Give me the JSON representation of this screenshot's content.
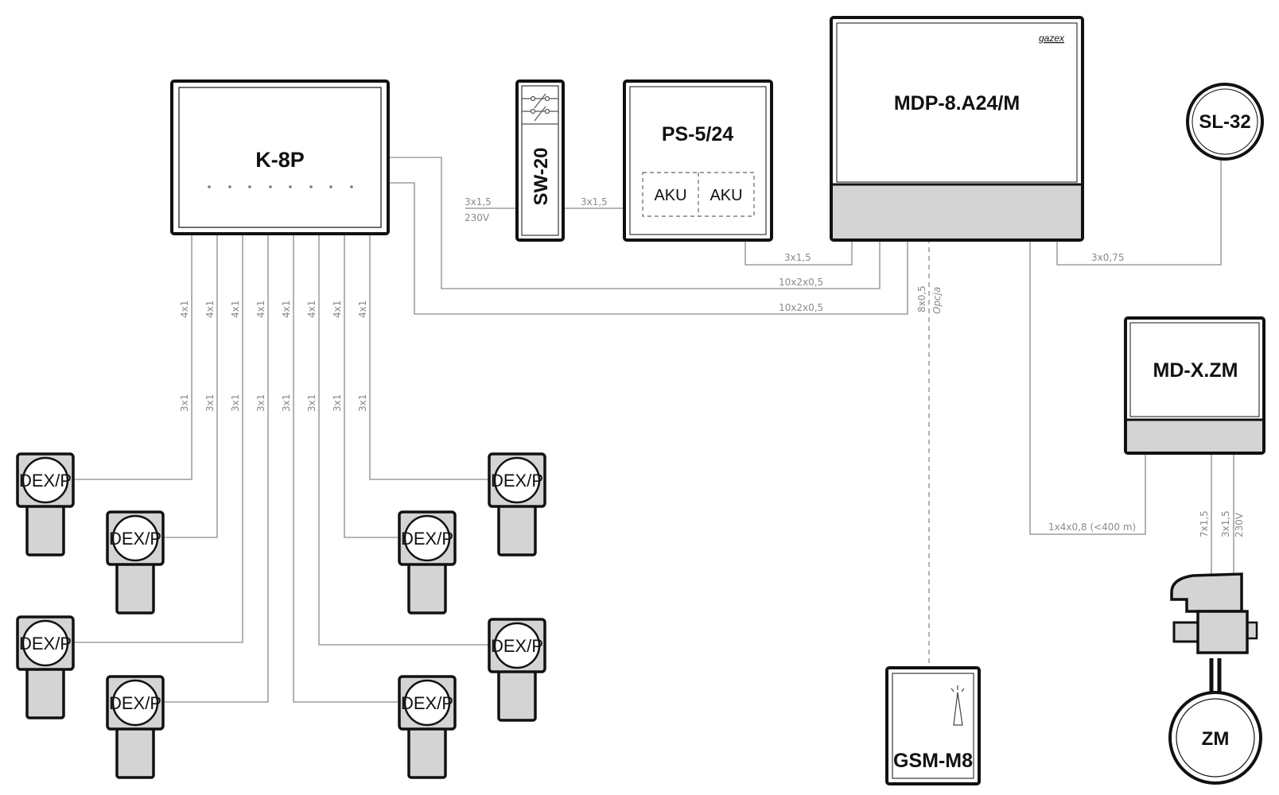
{
  "devices": {
    "k8p": "K-8P",
    "sw20": "SW-20",
    "ps": "PS-5/24",
    "aku1": "AKU",
    "aku2": "AKU",
    "mdp": "MDP-8.A24/M",
    "brand": "gazex",
    "sl32": "SL-32",
    "mdx": "MD-X.ZM",
    "gsm": "GSM-M8",
    "zm": "ZM",
    "dex": "DEX/P"
  },
  "cables": {
    "k8p_upper": "4x1",
    "k8p_lower": "3x1",
    "mains_a": "3x1,5",
    "mains_b": "230V",
    "sw_ps": "3x1,5",
    "ps_mdp": "3x1,5",
    "mdp_sl": "3x0,75",
    "bus_a": "10x2x0,5",
    "bus_b": "10x2x0,5",
    "gsm_a": "8x0,5",
    "gsm_b": "Opcja",
    "mdx_link": "1x4x0,8 (<400 m)",
    "zm_a": "7x1,5",
    "zm_b": "3x1,5",
    "zm_c": "230V"
  }
}
